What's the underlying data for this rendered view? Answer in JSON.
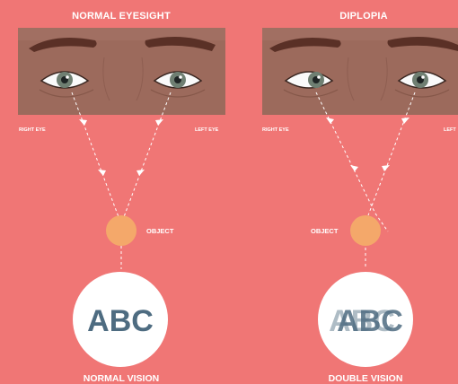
{
  "panels": {
    "left": {
      "title": "NORMAL EYESIGHT",
      "right_eye_label": "RIGHT EYE",
      "left_eye_label": "LEFT EYE",
      "object_label": "OBJECT",
      "vision_text": "ABC",
      "vision_label": "NORMAL VISION"
    },
    "right": {
      "title": "DIPLOPIA",
      "right_eye_label": "RIGHT EYE",
      "left_eye_label": "LEFT",
      "object_label": "OBJECT",
      "vision_text": "ABC",
      "vision_label": "DOUBLE VISION"
    }
  },
  "colors": {
    "background": "#f07675",
    "skin": "#9c6a5c",
    "brow": "#5a3026",
    "iris": "#6f7f72",
    "object": "#f4a86a",
    "text_dark": "#4e6c81",
    "circle": "#ffffff"
  }
}
